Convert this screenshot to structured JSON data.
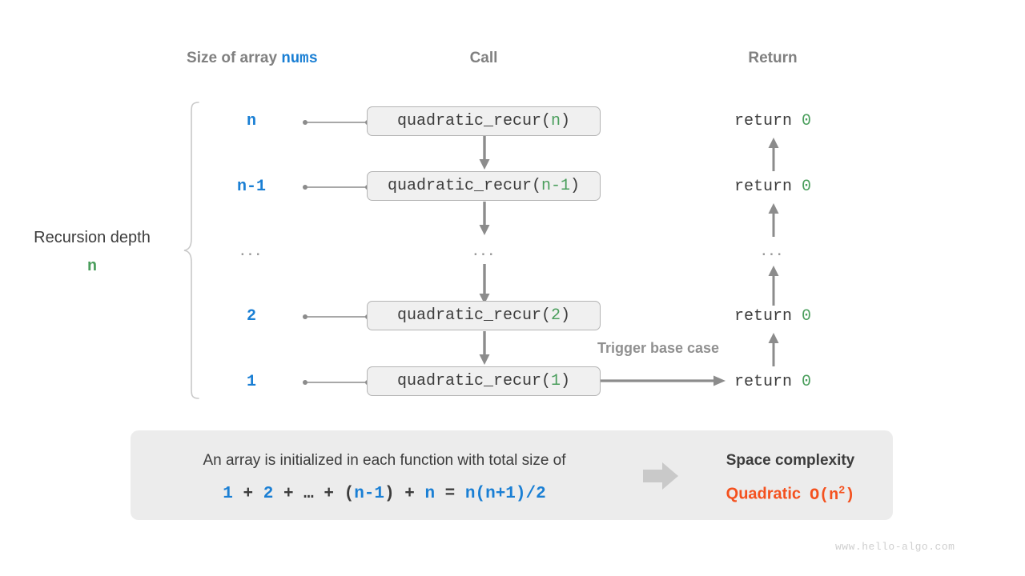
{
  "headers": {
    "size": {
      "prefix": "Size of array ",
      "var": "nums"
    },
    "call": "Call",
    "return": "Return"
  },
  "left_annotation": {
    "title": "Recursion depth",
    "value": "n"
  },
  "rows": [
    {
      "size": "n",
      "call_prefix": "quadratic_recur(",
      "call_arg": "n",
      "call_suffix": ")",
      "return_prefix": "return ",
      "return_value": "0"
    },
    {
      "size": "n-1",
      "call_prefix": "quadratic_recur(",
      "call_arg": "n-1",
      "call_suffix": ")",
      "return_prefix": "return ",
      "return_value": "0"
    },
    {
      "size": "...",
      "call_prefix": "",
      "call_arg": "",
      "call_suffix": "",
      "return_prefix": "",
      "return_value": "..."
    },
    {
      "size": "2",
      "call_prefix": "quadratic_recur(",
      "call_arg": "2",
      "call_suffix": ")",
      "return_prefix": "return ",
      "return_value": "0"
    },
    {
      "size": "1",
      "call_prefix": "quadratic_recur(",
      "call_arg": "1",
      "call_suffix": ")",
      "return_prefix": "return ",
      "return_value": "0"
    }
  ],
  "ellipsis": "...",
  "trigger_note": "Trigger base case",
  "summary": {
    "text": "An array is initialized in each function with total size of",
    "formula": {
      "t1": "1",
      "op1": "+",
      "t2": "2",
      "op2": "+",
      "t3": "…",
      "op3": "+",
      "lparen": "(",
      "t4": "n-1",
      "rparen": ")",
      "op4": "+",
      "t5": "n",
      "eq": "=",
      "result": "n(n+1)/2"
    },
    "complexity_title": "Space complexity",
    "complexity_kind": "Quadratic",
    "complexity_bigo_prefix": "O(n",
    "complexity_bigo_exp": "2",
    "complexity_bigo_suffix": ")"
  },
  "watermark": "www.hello-algo.com",
  "colors": {
    "blue": "#1a7fd4",
    "green": "#4a9e5c",
    "orange": "#f4511e",
    "gray_text": "#3c3c3c",
    "gray_header": "#808080",
    "box_fill": "#f0f0f0",
    "box_border": "#b4b4b4",
    "panel_fill": "#ececec",
    "arrow": "#8c8c8c"
  }
}
